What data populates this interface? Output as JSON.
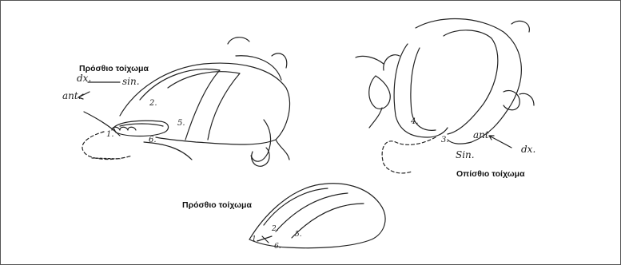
{
  "captions": {
    "left_anterior": "Πρόσθιο τοίχωμα",
    "right_posterior": "Οπίσθιο τοίχωμα",
    "bottom_anterior": "Πρόσθιο τοίχωμα"
  },
  "orientation_left": {
    "dx": "dx.",
    "sin": "sin.",
    "ant": "ant."
  },
  "orientation_right": {
    "ant": "ant.",
    "dx": "dx.",
    "sin": "Sin."
  },
  "numbers_left": {
    "n1": "1.",
    "n2": "2.",
    "n5": "5.",
    "n6": "6."
  },
  "numbers_right": {
    "n3": "3.",
    "n4": "4."
  },
  "numbers_bottom": {
    "n1": "1.",
    "n2": "2.",
    "n5": "5.",
    "n6": "6."
  },
  "colors": {
    "ink": "#222222",
    "frame": "#555555"
  }
}
